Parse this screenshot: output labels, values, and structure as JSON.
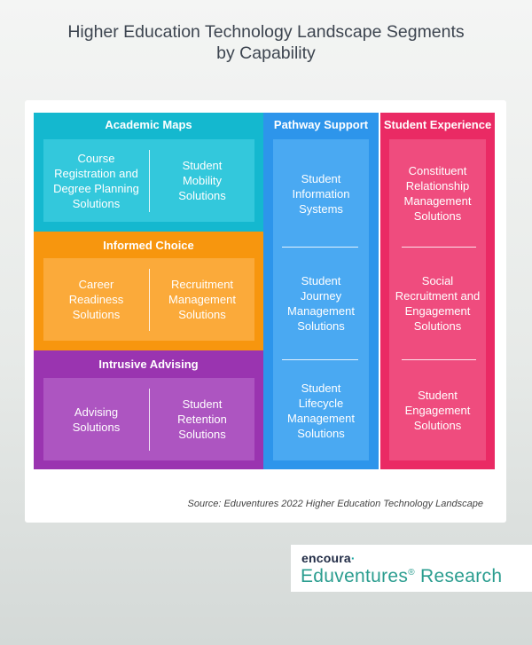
{
  "title": "Higher Education Technology Landscape Segments\nby Capability",
  "colors": {
    "academic_maps": "#14b8cf",
    "academic_maps_inner": "#33c8dc",
    "informed_choice": "#f7960e",
    "informed_choice_inner": "#fbaa3a",
    "intrusive_advising": "#9a34b0",
    "intrusive_advising_inner": "#ad55c1",
    "pathway_support": "#2d95eb",
    "pathway_support_inner": "#4aa9f2",
    "student_experience": "#ea2a64",
    "student_experience_inner": "#ef4c7e"
  },
  "segments": {
    "academic_maps": {
      "title": "Academic Maps",
      "items": [
        "Course\nRegistration and\nDegree Planning\nSolutions",
        "Student\nMobility\nSolutions"
      ]
    },
    "informed_choice": {
      "title": "Informed Choice",
      "items": [
        "Career\nReadiness\nSolutions",
        "Recruitment\nManagement\nSolutions"
      ]
    },
    "intrusive_advising": {
      "title": "Intrusive Advising",
      "items": [
        "Advising\nSolutions",
        "Student\nRetention\nSolutions"
      ]
    },
    "pathway_support": {
      "title": "Pathway Support",
      "items": [
        "Student\nInformation\nSystems",
        "Student\nJourney\nManagement\nSolutions",
        "Student\nLifecycle\nManagement\nSolutions"
      ]
    },
    "student_experience": {
      "title": "Student Experience",
      "items": [
        "Constituent\nRelationship\nManagement\nSolutions",
        "Social\nRecruitment and\nEngagement\nSolutions",
        "Student\nEngagement\nSolutions"
      ]
    }
  },
  "source": "Source: Eduventures 2022 Higher Education Technology Landscape",
  "logo": {
    "brand": "encoura",
    "dot": "·",
    "name": "Eduventures",
    "reg": "®",
    "suffix": " Research"
  }
}
